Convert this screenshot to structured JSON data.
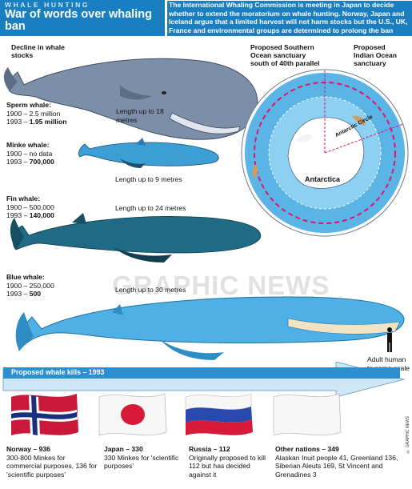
{
  "header": {
    "kicker": "WHALE HUNTING",
    "title": "War of words over whaling ban",
    "intro": "The International Whaling Commission is meeting in Japan to decide whether to extend the moratorium on whale hunting. Norway, Japan and Iceland argue that a limited harvest will not harm stocks but the U.S., UK, France and environmental groups are determined to prolong the ban"
  },
  "decline_label": "Decline in whale stocks",
  "whales": [
    {
      "name": "Sperm whale:",
      "y1900": "1900 – 2.5 million",
      "y1993_prefix": "1993 – ",
      "y1993_value": "1.95 million",
      "length": "Length up to 18 metres"
    },
    {
      "name": "Minke whale:",
      "y1900": "1900 – no data",
      "y1993_prefix": "1993 – ",
      "y1993_value": "700,000",
      "length": "Length up to 9 metres"
    },
    {
      "name": "Fin whale:",
      "y1900": "1900 – 500,000",
      "y1993_prefix": "1993 – ",
      "y1993_value": "140,000",
      "length": "Length up to 24 metres"
    },
    {
      "name": "Blue whale:",
      "y1900": "1900 – 250,000",
      "y1993_prefix": "1993 – ",
      "y1993_value": "500",
      "length": "Length up to 30 metres"
    }
  ],
  "map": {
    "southern": "Proposed Southern Ocean sanctuary south of 40th parallel",
    "indian": "Proposed Indian Ocean sanctuary",
    "antarctica": "Antarctica",
    "circle": "Antarctic Circle"
  },
  "human_label": "Adult human to same scale",
  "kills_label": "Proposed whale kills – 1993",
  "nations": [
    {
      "title": "Norway – 936",
      "text": "300-800 Minkes for commercial purposes, 136 for 'scientific purposes'"
    },
    {
      "title": "Japan – 330",
      "text": "330 Minkes for 'scientific purposes'"
    },
    {
      "title": "Russia – 112",
      "text": "Originally proposed to kill 112 but has decided against it"
    },
    {
      "title": "Other nations – 349",
      "text": "Alaskan Inuit people 41, Greenland 136, Siberian Aleuts 169, St Vincent and Grenadines 3"
    }
  ],
  "watermark": "GRAPHIC NEWS",
  "copyright": "© GRAPHIC NEWS",
  "colors": {
    "header_blue": "#1a7fc1",
    "whale_blue": "#3b9fd6",
    "ocean": "#5ab4e6",
    "sanctuary_line": "#e0126e"
  }
}
